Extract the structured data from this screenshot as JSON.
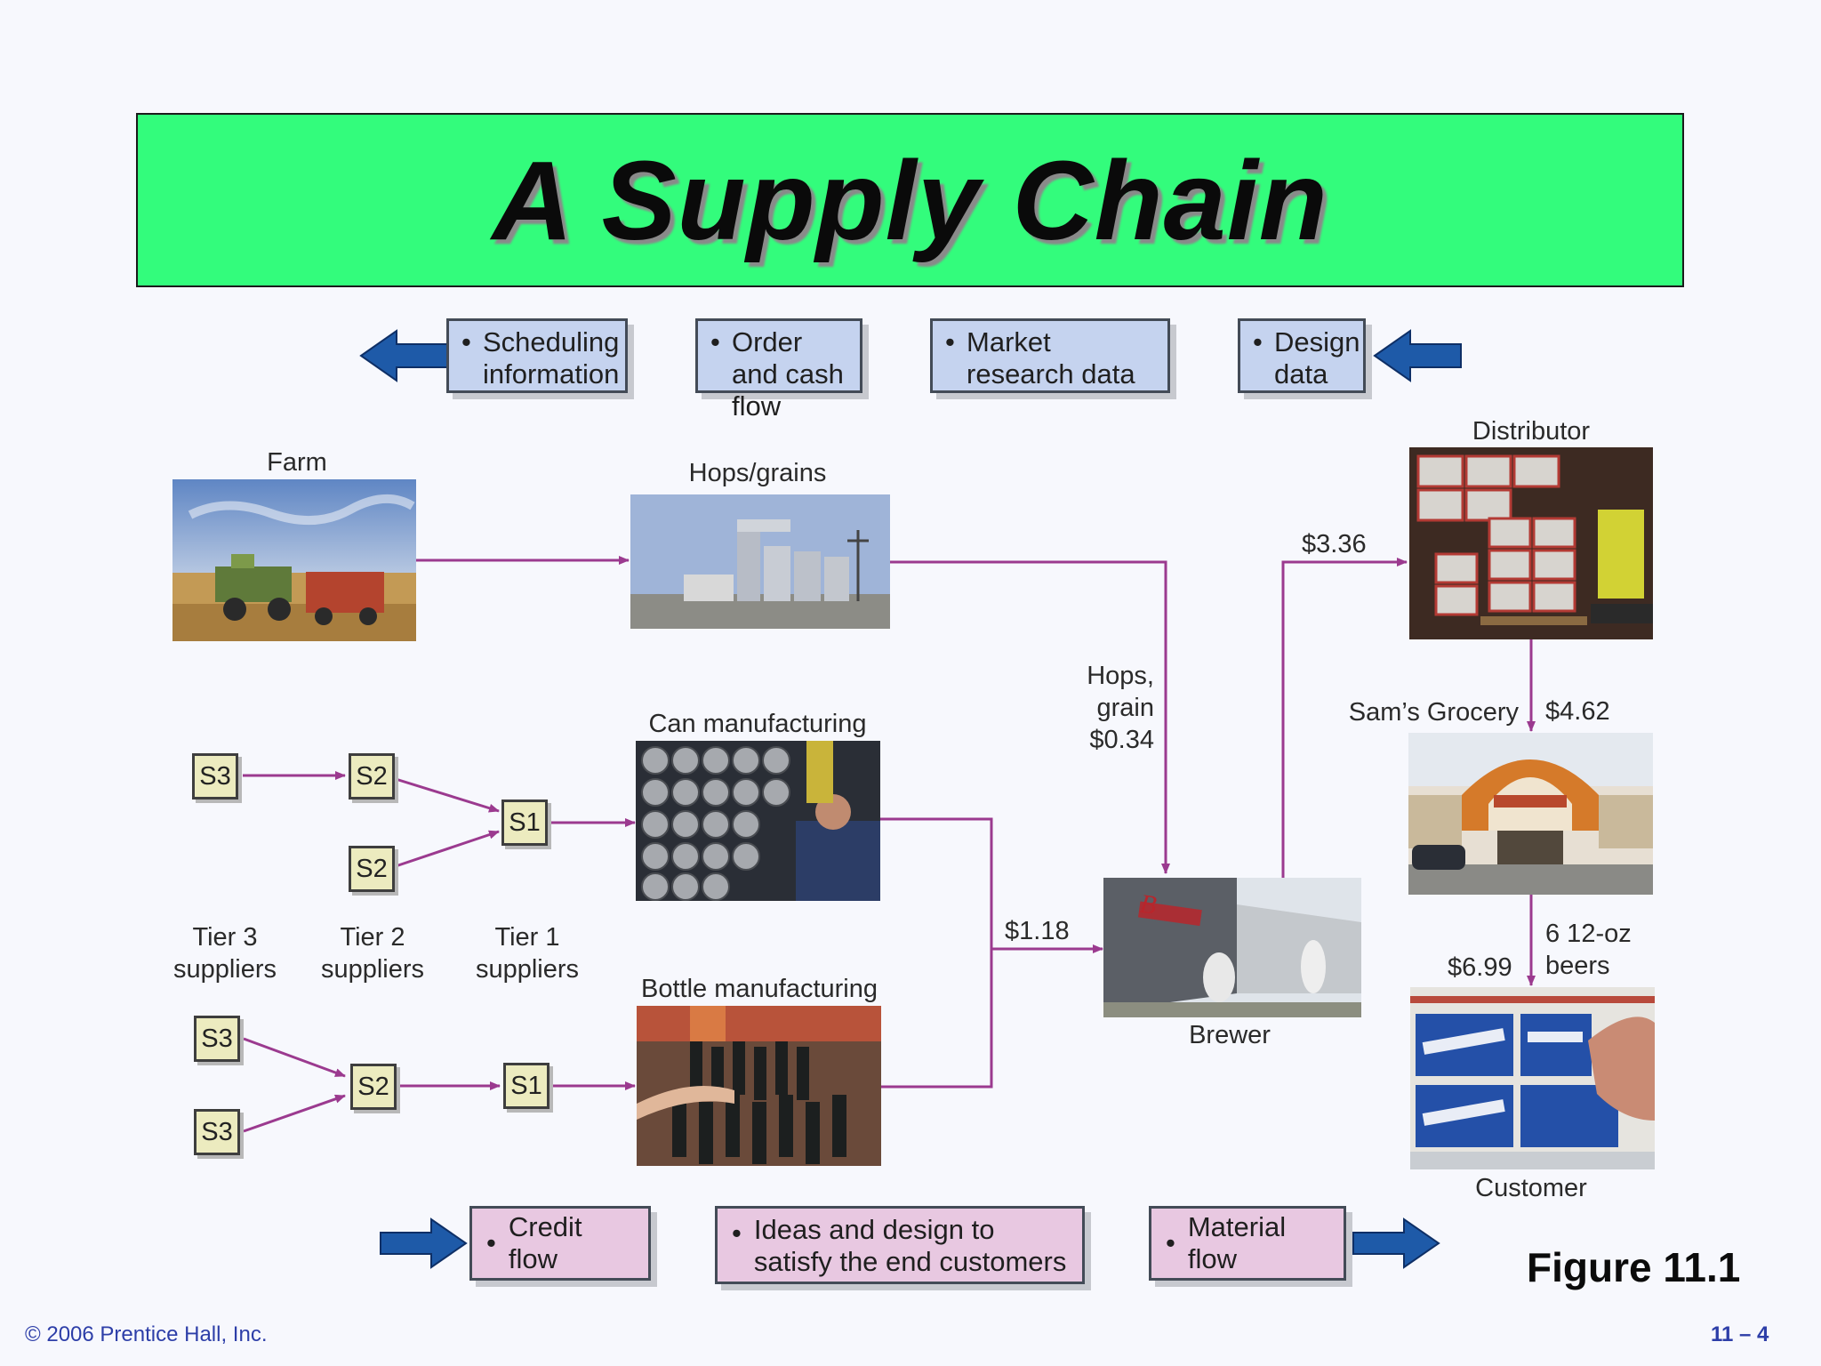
{
  "title": "A Supply Chain",
  "info_flows": {
    "scheduling": "Scheduling information",
    "order_cash": "Order and cash flow",
    "market_research": "Market research data",
    "design": "Design data"
  },
  "material_flows": {
    "credit": "Credit flow",
    "ideas": "Ideas and design to satisfy the end customers",
    "material": "Material flow"
  },
  "bullet": "•",
  "nodes": {
    "farm": "Farm",
    "hops_grains": "Hops/grains",
    "can_manufacturing": "Can manufacturing",
    "bottle_manufacturing": "Bottle manufacturing",
    "brewer": "Brewer",
    "distributor": "Distributor",
    "sams_grocery": "Sam’s Grocery",
    "customer": "Customer"
  },
  "suppliers": {
    "s3": "S3",
    "s2": "S2",
    "s1": "S1",
    "tier3": [
      "Tier 3",
      "suppliers"
    ],
    "tier2": [
      "Tier 2",
      "suppliers"
    ],
    "tier1": [
      "Tier 1",
      "suppliers"
    ]
  },
  "prices": {
    "hops_grain": [
      "Hops,",
      "grain",
      "$0.34"
    ],
    "containers": "$1.18",
    "distributor": "$3.36",
    "grocery": "$4.62",
    "customer": "$6.99",
    "customer_qty": [
      "6 12-oz",
      "beers"
    ]
  },
  "figure_label": "Figure 11.1",
  "footer": {
    "copyright": "© 2006 Prentice Hall, Inc.",
    "page": "11 – 4"
  },
  "colors": {
    "title_banner": "#33fc7c",
    "info_box": "#c5d3ef",
    "material_box": "#e8c8e1",
    "flow_arrow": "#1e5aa8",
    "connector": "#9b3a8f",
    "footer_text": "#2d3ea8"
  }
}
